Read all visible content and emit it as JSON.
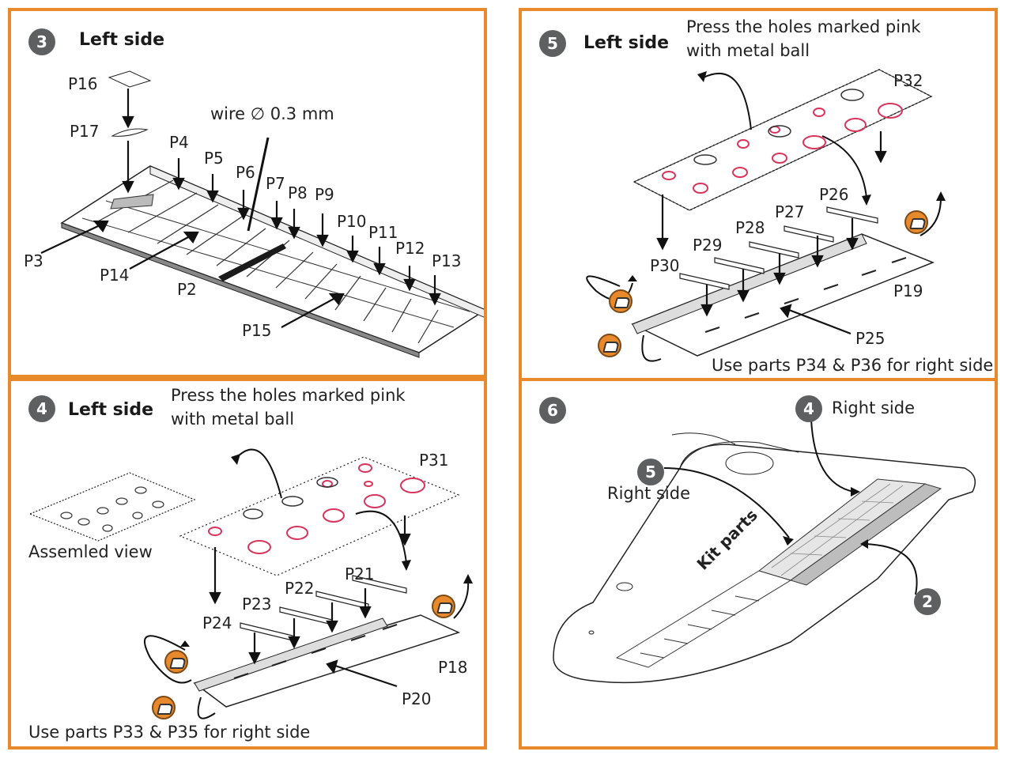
{
  "colors": {
    "frame": "#e8892c",
    "badge": "#5d5f61",
    "hole_outline": "#d9345b",
    "bending_icon": "#e8892c"
  },
  "panel3": {
    "step": "3",
    "title": "Left side",
    "wire": "wire  ∅ 0.3 mm",
    "labels": {
      "p16": "P16",
      "p17": "P17",
      "p4": "P4",
      "p5": "P5",
      "p6": "P6",
      "p7": "P7",
      "p8": "P8",
      "p9": "P9",
      "p10": "P10",
      "p11": "P11",
      "p12": "P12",
      "p13": "P13",
      "p3": "P3",
      "p14": "P14",
      "p2": "P2",
      "p15": "P15"
    }
  },
  "panel5": {
    "step": "5",
    "title": "Left side",
    "note_line1": "Press the holes marked pink",
    "note_line2": "with metal ball",
    "footer": "Use parts P34 & P36 for right side",
    "labels": {
      "p32": "P32",
      "p26": "P26",
      "p27": "P27",
      "p28": "P28",
      "p29": "P29",
      "p30": "P30",
      "p19": "P19",
      "p25": "P25"
    },
    "icons": [
      "bending-icon",
      "bending-icon",
      "bending-icon"
    ]
  },
  "panel4": {
    "step": "4",
    "title": "Left side",
    "note_line1": "Press the holes marked pink",
    "note_line2": "with metal ball",
    "assembled": "Assemled view",
    "footer": "Use parts P33 & P35 for right side",
    "labels": {
      "p31": "P31",
      "p21": "P21",
      "p22": "P22",
      "p23": "P23",
      "p24": "P24",
      "p18": "P18",
      "p20": "P20"
    },
    "icons": [
      "bending-icon",
      "bending-icon",
      "bending-icon"
    ]
  },
  "panel6": {
    "step": "6",
    "right_side_a": "Right side",
    "right_side_b": "Right side",
    "kit_parts": "Kit parts",
    "ref_4": "4",
    "ref_5": "5",
    "ref_2": "2"
  }
}
